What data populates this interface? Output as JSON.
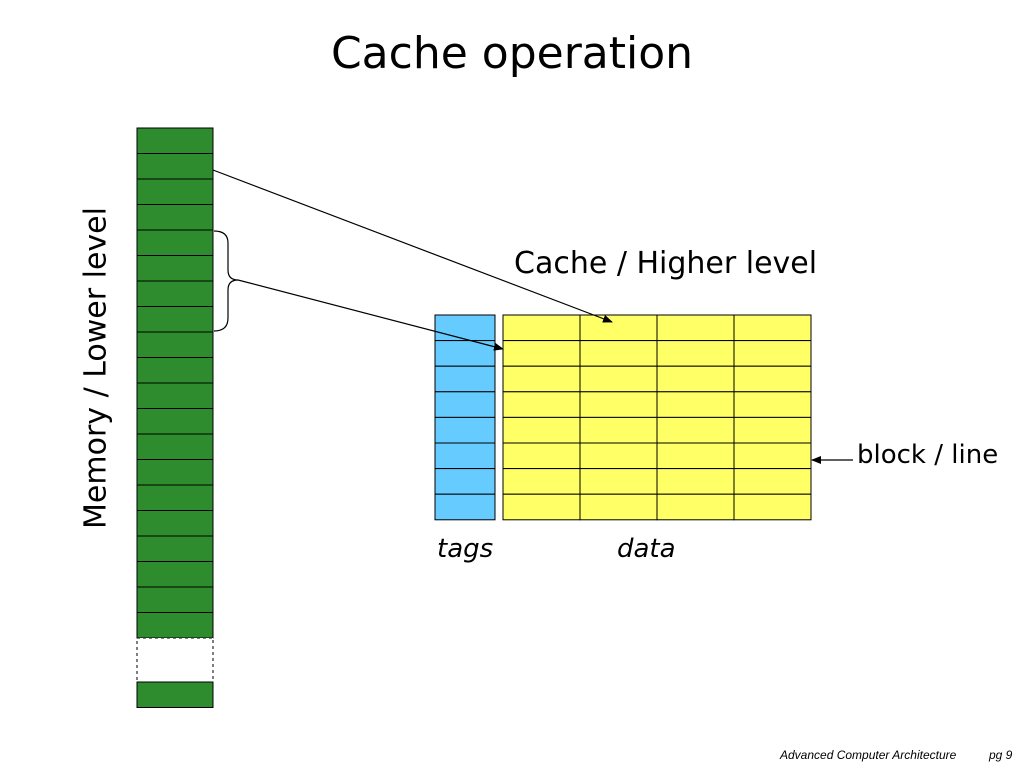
{
  "slide": {
    "title": "Cache operation",
    "footer_course": "Advanced Computer Architecture",
    "footer_page": "pg 9"
  },
  "diagram": {
    "memory_label": "Memory / Lower level",
    "cache_label": "Cache / Higher level",
    "block_label": "block / line",
    "tags_label": "tags",
    "data_label": "data",
    "memory_blocks_before_gap": 20,
    "memory_blocks_after_gap": 1,
    "cache_lines": 8,
    "data_columns": 4,
    "colors": {
      "memory_fill": "#2e8b2e",
      "tag_fill": "#66ccff",
      "data_fill": "#ffff66",
      "stroke": "#000000"
    }
  }
}
